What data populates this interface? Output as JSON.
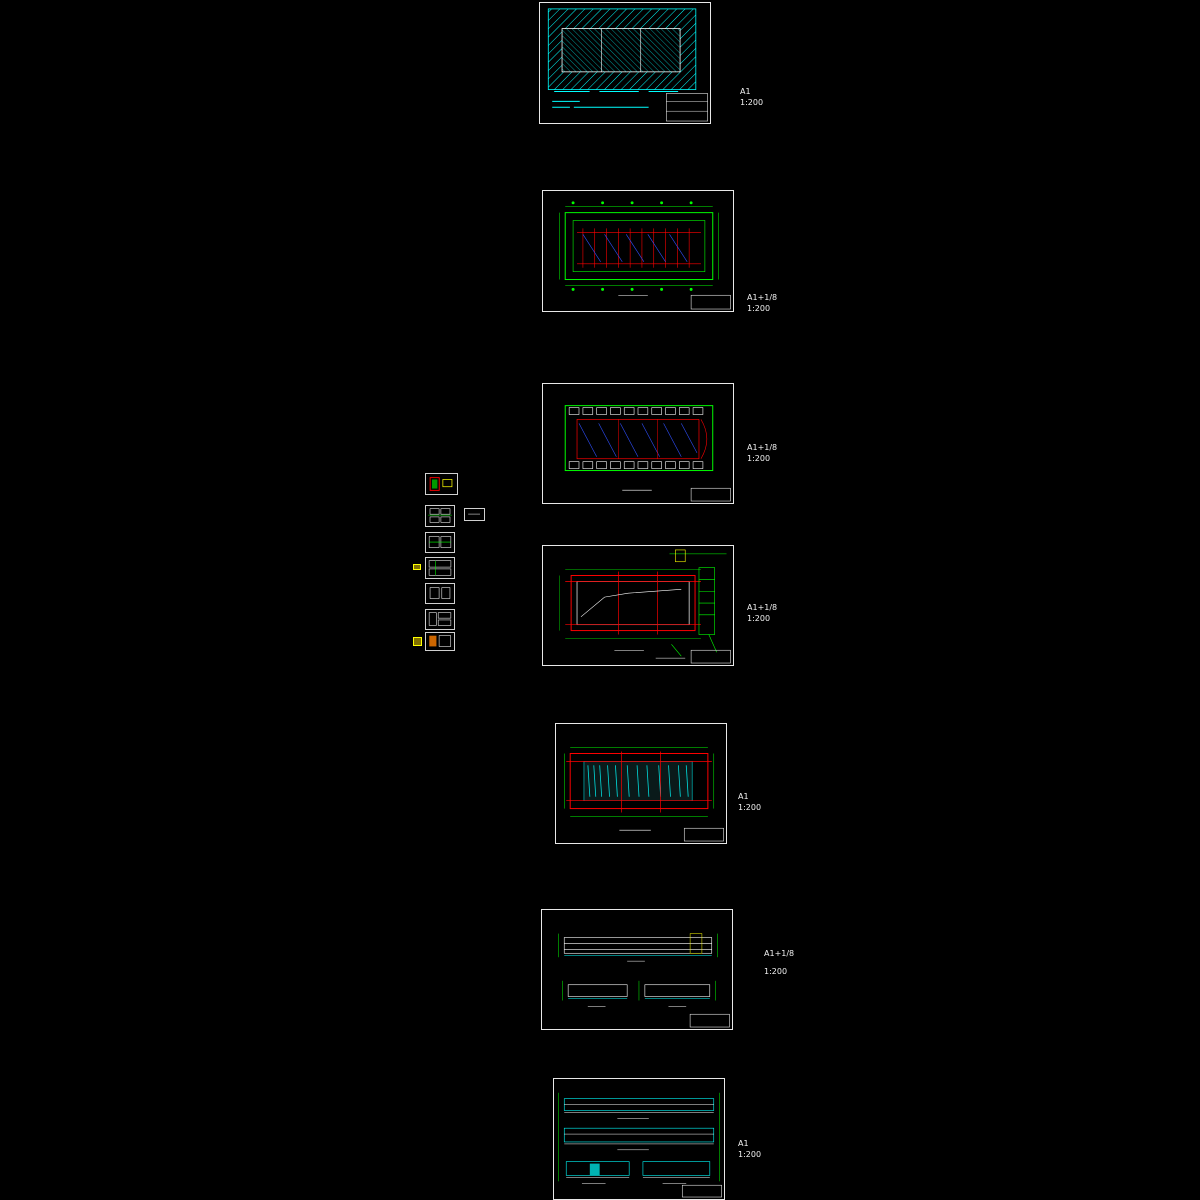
{
  "sheets": [
    {
      "format": "A1",
      "scale": "1:200"
    },
    {
      "format": "A1+1/8",
      "scale": "1:200"
    },
    {
      "format": "A1+1/8",
      "scale": "1:200"
    },
    {
      "format": "A1+1/8",
      "scale": "1:200"
    },
    {
      "format": "A1",
      "scale": "1:200"
    },
    {
      "format": "A1+1/8",
      "scale": "1:200"
    },
    {
      "format": "A1",
      "scale": "1:200"
    }
  ],
  "colors": {
    "background": "#000000",
    "frame": "#e8e8e8",
    "green": "#00ff00",
    "cyan": "#00ffff",
    "red": "#ff0000",
    "blue": "#3050ff",
    "yellow": "#ffff00",
    "white": "#ffffff"
  }
}
